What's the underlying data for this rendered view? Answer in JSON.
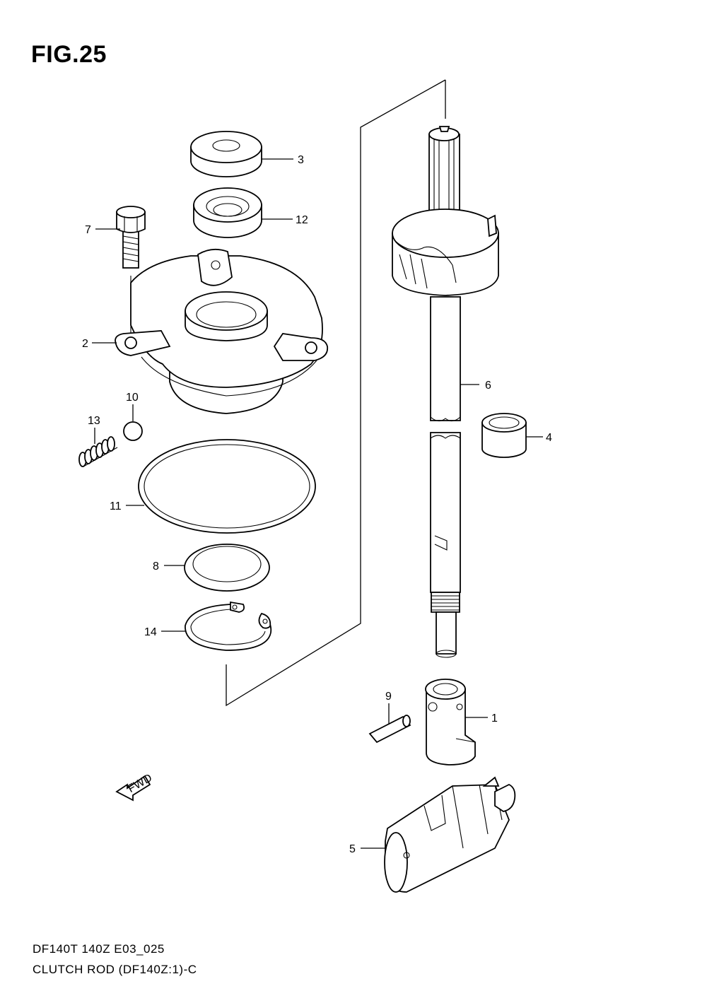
{
  "figure": {
    "title": "FIG.25"
  },
  "footer": {
    "line1": "DF140T 140Z E03_025",
    "line2": "CLUTCH ROD (DF140Z:1)-C"
  },
  "fwd_marker": {
    "text": "FWD"
  },
  "callouts": [
    {
      "id": "3",
      "label": "3"
    },
    {
      "id": "12",
      "label": "12"
    },
    {
      "id": "7",
      "label": "7"
    },
    {
      "id": "2",
      "label": "2"
    },
    {
      "id": "10",
      "label": "10"
    },
    {
      "id": "13",
      "label": "13"
    },
    {
      "id": "11",
      "label": "11"
    },
    {
      "id": "8",
      "label": "8"
    },
    {
      "id": "14",
      "label": "14"
    },
    {
      "id": "6",
      "label": "6"
    },
    {
      "id": "4",
      "label": "4"
    },
    {
      "id": "9",
      "label": "9"
    },
    {
      "id": "1",
      "label": "1"
    },
    {
      "id": "5",
      "label": "5"
    }
  ]
}
